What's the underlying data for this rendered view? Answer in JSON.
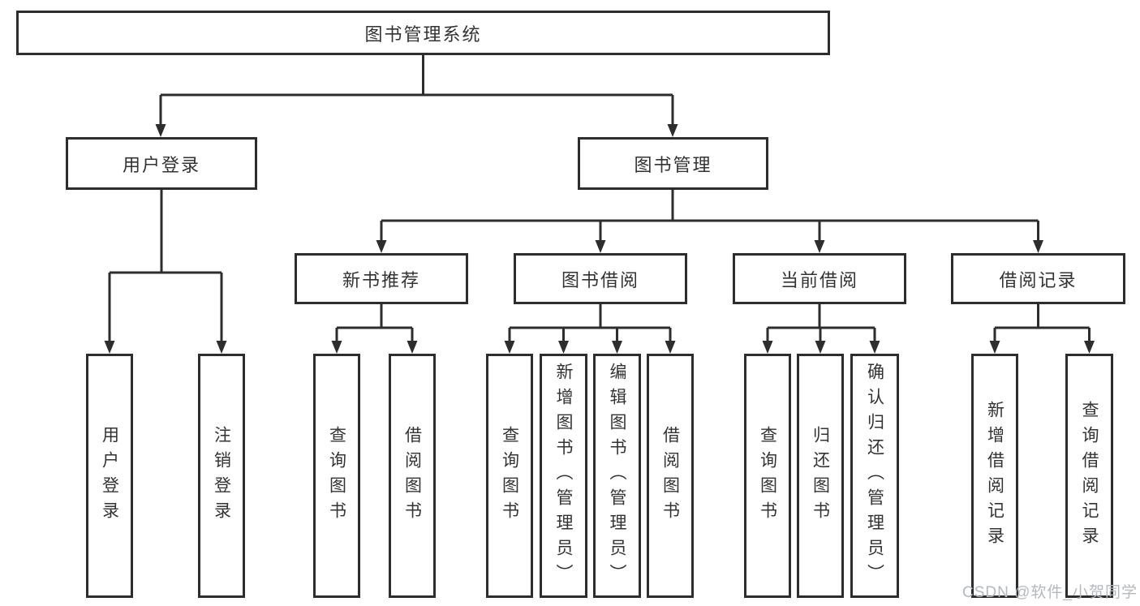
{
  "diagram": {
    "title": "图书管理系统",
    "level2": [
      {
        "label": "用户登录",
        "children": [
          "用户登录",
          "注销登录"
        ]
      },
      {
        "label": "图书管理",
        "sections": [
          {
            "label": "新书推荐",
            "children": [
              "查询图书",
              "借阅图书"
            ]
          },
          {
            "label": "图书借阅",
            "children": [
              "查询图书",
              "新增图书（管理员）",
              "编辑图书（管理员）",
              "借阅图书"
            ]
          },
          {
            "label": "当前借阅",
            "children": [
              "查询图书",
              "归还图书",
              "确认归还（管理员）"
            ]
          },
          {
            "label": "借阅记录",
            "children": [
              "新增借阅记录",
              "查询借阅记录"
            ]
          }
        ]
      }
    ]
  },
  "watermark": "CSDN @软件_小贺同学",
  "colors": {
    "line": "#2d2d2d",
    "text": "#333333",
    "watermark": "#b3b9be",
    "background": "#ffffff"
  }
}
